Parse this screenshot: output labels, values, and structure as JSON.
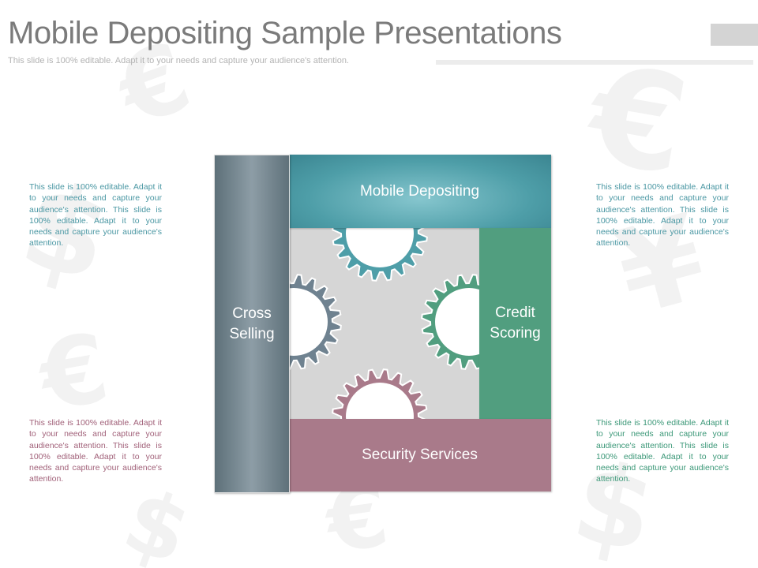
{
  "slide": {
    "title": "Mobile Depositing Sample Presentations",
    "subtitle": "This slide is 100% editable. Adapt it to your needs and capture your audience's attention."
  },
  "panels": {
    "top": "Mobile Depositing",
    "left": "Cross Selling",
    "right": "Credit Scoring",
    "bottom": "Security Services"
  },
  "descriptions": {
    "top_left": "This slide is 100% editable. Adapt it to your needs and capture your audience's attention. This slide is 100% editable. Adapt it to your needs and capture your audience's attention.",
    "bottom_left": "This slide is 100% editable. Adapt it to your needs and capture your audience's attention. This slide is 100% editable. Adapt it to your needs and capture your audience's attention.",
    "top_right": "This slide is 100% editable. Adapt it to your needs and capture your audience's attention. This slide is 100% editable. Adapt it to your needs and capture your audience's attention.",
    "bottom_right": "This slide is 100% editable. Adapt it to your needs and capture your audience's attention. This slide is 100% editable. Adapt it to your needs and capture your audience's attention."
  },
  "colors": {
    "teal": "#4e9ea8",
    "slate": "#6f8290",
    "green": "#519e7f",
    "maroon": "#a97a8a",
    "center": "#d6d6d6"
  },
  "icons": [
    "euro-watermark-icon",
    "dollar-watermark-icon",
    "yen-watermark-icon",
    "gear-icon"
  ]
}
